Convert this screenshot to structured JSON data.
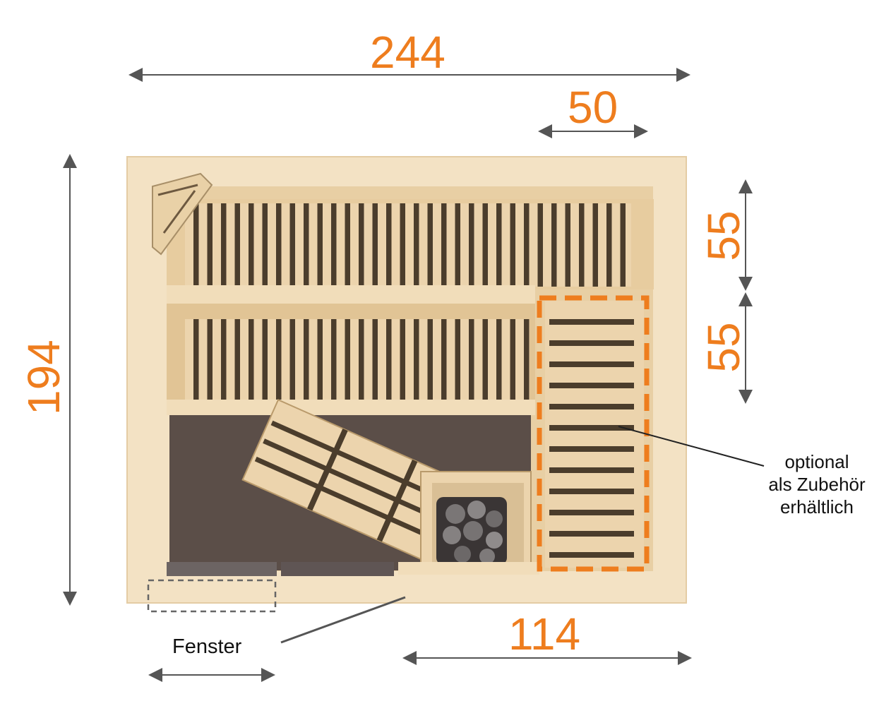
{
  "dimensions": {
    "total_width": "244",
    "bench_depth_top": "50",
    "total_depth": "194",
    "upper_bench": "55",
    "lower_bench": "55",
    "front_segment": "114"
  },
  "labels": {
    "optional_line1": "optional",
    "optional_line2": "als Zubehör",
    "optional_line3": "erhältlich",
    "window": "Fenster"
  },
  "colors": {
    "accent": "#ee7d1e",
    "wood_light": "#f0dcb8",
    "wood_mid": "#e2c496",
    "slat_gap": "#5a4a35",
    "floor": "#5b4e48",
    "arrow": "#555555"
  }
}
